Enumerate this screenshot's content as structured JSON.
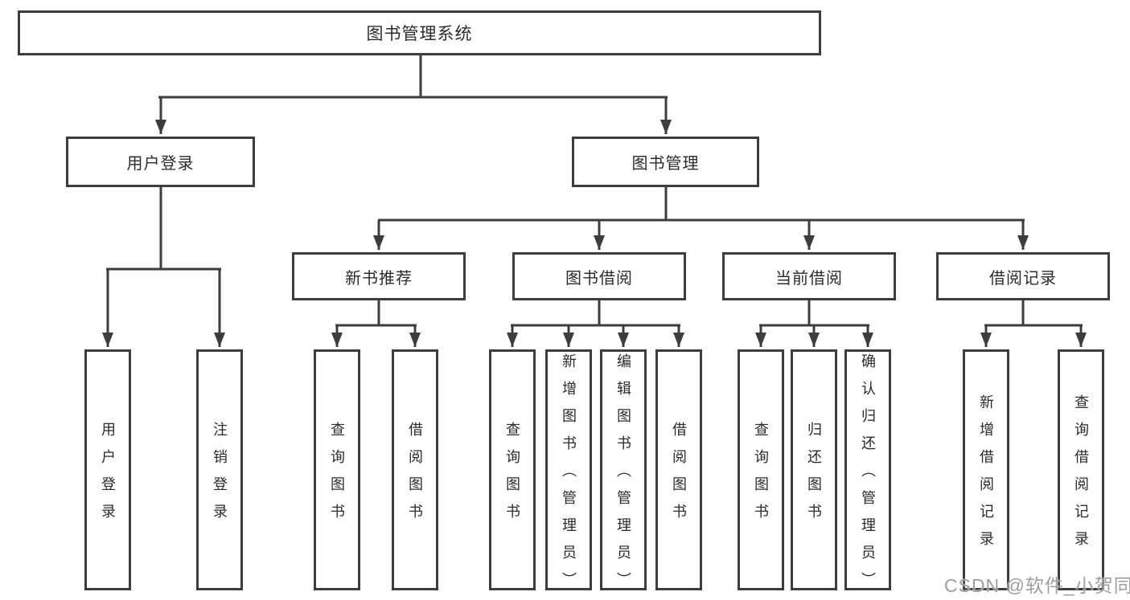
{
  "colors": {
    "background": "#ffffff",
    "line": "#3d3d3d",
    "text": "#2b2b2b",
    "box_fill": "#ffffff",
    "watermark": "#9e9e9e"
  },
  "watermark": {
    "text": "CSDN @软件_小贺同学"
  },
  "tree": {
    "root": {
      "label": "图书管理系统"
    },
    "branches": [
      {
        "label": "用户登录",
        "children": [
          {
            "label": "用户登录"
          },
          {
            "label": "注销登录"
          }
        ]
      },
      {
        "label": "图书管理",
        "children": [
          {
            "label": "新书推荐",
            "children": [
              {
                "label": "查询图书"
              },
              {
                "label": "借阅图书"
              }
            ]
          },
          {
            "label": "图书借阅",
            "children": [
              {
                "label": "查询图书"
              },
              {
                "label": "新增图书（管理员）"
              },
              {
                "label": "编辑图书（管理员）"
              },
              {
                "label": "借阅图书"
              }
            ]
          },
          {
            "label": "当前借阅",
            "children": [
              {
                "label": "查询图书"
              },
              {
                "label": "归还图书"
              },
              {
                "label": "确认归还（管理员）"
              }
            ]
          },
          {
            "label": "借阅记录",
            "children": [
              {
                "label": "新增借阅记录"
              },
              {
                "label": "查询借阅记录"
              }
            ]
          }
        ]
      }
    ]
  }
}
